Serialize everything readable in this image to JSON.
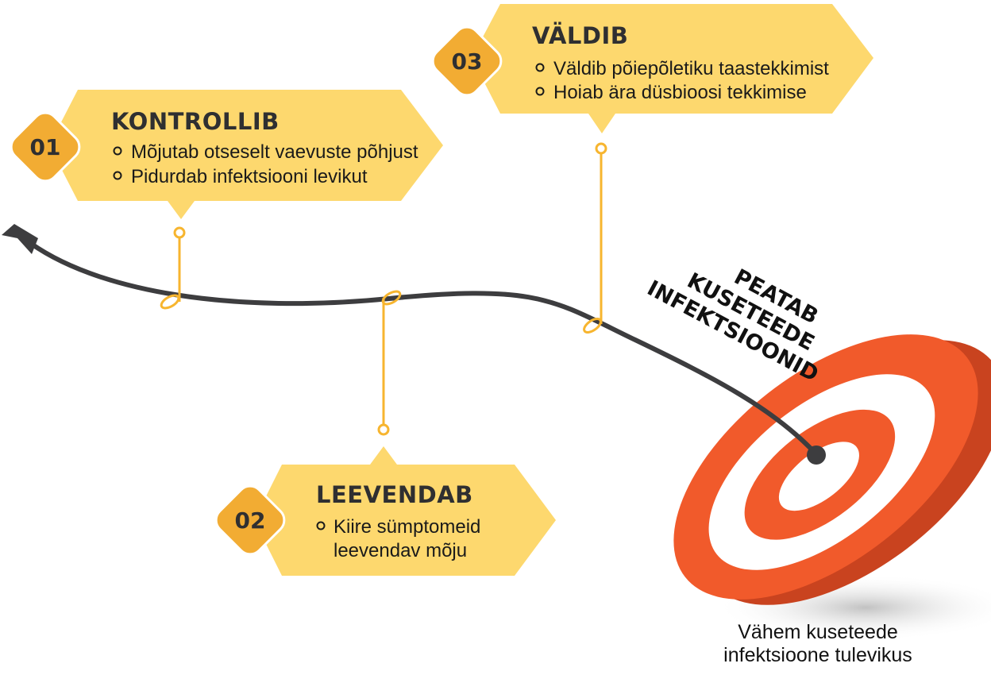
{
  "colors": {
    "callout": "#FDD86E",
    "badge": "#F2AC33",
    "connector": "#F7B52F",
    "target": "#F15A2B",
    "target_side": "#C9431F",
    "arrow": "#3d3d3f"
  },
  "steps": [
    {
      "number": "01",
      "title": "KONTROLLIB",
      "bullets": [
        "Mõjutab otseselt vaevuste põhjust",
        "Pidurdab infektsiooni levikut"
      ]
    },
    {
      "number": "02",
      "title": "LEEVENDAB",
      "bullets": [
        "Kiire sümptomeid",
        "leevendav mõju"
      ]
    },
    {
      "number": "03",
      "title": "VÄLDIB",
      "bullets": [
        "Väldib põiepõletiku taastekkimist",
        "Hoiab ära düsbioosi tekkimise"
      ]
    }
  ],
  "target": {
    "headline": [
      "PEATAB",
      "KUSETEEDE",
      "INFEKTSIOONID"
    ],
    "caption": [
      "Vähem kuseteede",
      "infektsioone tulevikus"
    ]
  }
}
